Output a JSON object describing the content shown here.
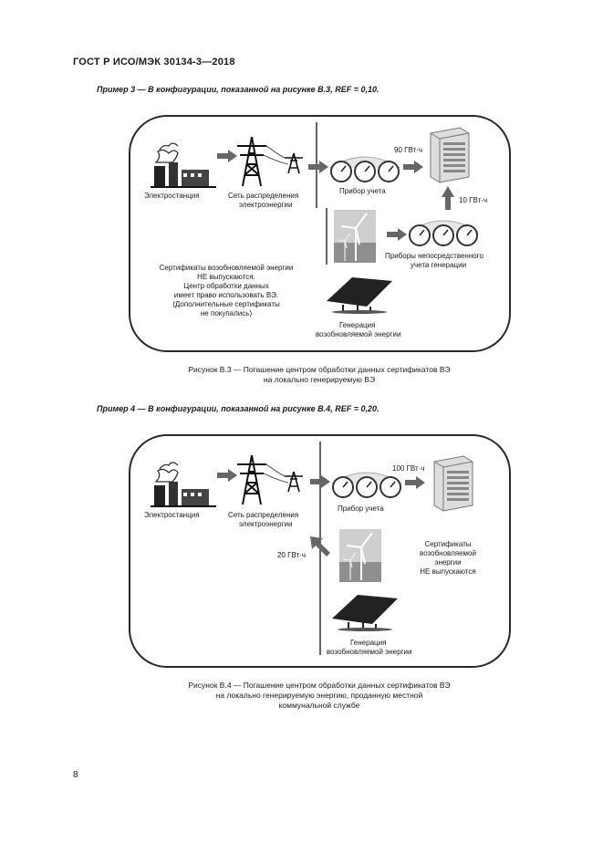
{
  "header": {
    "title": "ГОСТ Р ИСО/МЭК 30134-3—2018"
  },
  "example3": {
    "heading": "Пример 3 — В конфигурации, показанной на рисунке В.3, REF = 0,10.",
    "labels": {
      "power_plant": "Электростанция",
      "grid_line1": "Сеть распределения",
      "grid_line2": "электроэнергии",
      "meter": "Прибор учета",
      "gen_meters_line1": "Приборы непосредственного",
      "gen_meters_line2": "учета генерации",
      "renewable_line1": "Генерация",
      "renewable_line2": "возобновляемой энергии",
      "grid_energy": "90 ГВт·ч",
      "renewable_energy": "10 ГВт·ч"
    },
    "note": [
      "Сертификаты возобновляемой энергии",
      "НЕ выпускаются.",
      "Центр обработки данных",
      "имеет право использовать ВЭ.",
      "(Дополнительные сертификаты",
      "не покупались)"
    ],
    "caption": [
      "Рисунок В.3  — Погашение центром обработки данных сертификатов ВЭ",
      "на локально генерируемую ВЭ"
    ]
  },
  "example4": {
    "heading": "Пример 4 — В конфигурации, показанной на рисунке В.4, REF = 0,20.",
    "labels": {
      "power_plant": "Электростанция",
      "grid_line1": "Сеть распределения",
      "grid_line2": "электроэнергии",
      "meter": "Прибор учета",
      "renewable_line1": "Генерация",
      "renewable_line2": "возобновляемой энергии",
      "grid_energy": "100 ГВт·ч",
      "renewable_energy": "20 ГВт·ч"
    },
    "note": [
      "Сертификаты",
      "возобновляемой",
      "энергии",
      "НЕ выпускаются"
    ],
    "caption": [
      "Рисунок В.4  — Погашение центром обработки данных сертификатов ВЭ",
      "на локально генерируемую энергию, проданную местной",
      "коммунальной службе"
    ]
  },
  "footer": {
    "page_number": "8"
  }
}
